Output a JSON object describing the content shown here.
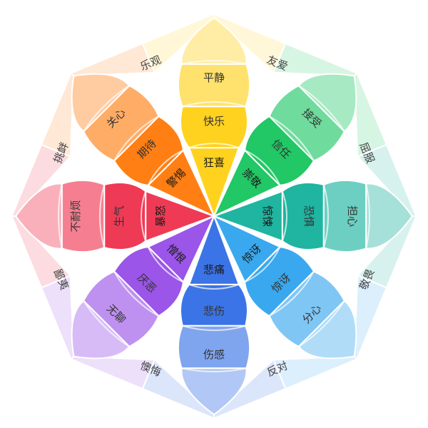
{
  "emotions": [
    {
      "key": "joy",
      "color": "#ffd21f",
      "core": "狂喜",
      "mid": "快乐",
      "outer": "平静"
    },
    {
      "key": "trust",
      "color": "#22c766",
      "core": "崇敬",
      "mid": "信任",
      "outer": "接受"
    },
    {
      "key": "fear",
      "color": "#1fb5a0",
      "core": "惊悚",
      "mid": "恐惧",
      "outer": "担心"
    },
    {
      "key": "surprise",
      "color": "#3aa8ee",
      "core": "惊讶",
      "mid": "惊讶",
      "outer": "分心"
    },
    {
      "key": "sadness",
      "color": "#3b74e6",
      "core": "悲痛",
      "mid": "悲伤",
      "outer": "伤感"
    },
    {
      "key": "disgust",
      "color": "#9b55e8",
      "core": "憎恨",
      "mid": "厌恶",
      "outer": "无聊"
    },
    {
      "key": "anger",
      "color": "#ef3a55",
      "core": "暴怒",
      "mid": "生气",
      "outer": "不耐烦"
    },
    {
      "key": "anticipation",
      "color": "#ff7f14",
      "core": "警惕",
      "mid": "期待",
      "outer": "关心"
    }
  ],
  "dyads": [
    "友爱",
    "屈服",
    "敬畏",
    "反对",
    "懊悔",
    "鄙夷",
    "挑衅",
    "乐观"
  ]
}
